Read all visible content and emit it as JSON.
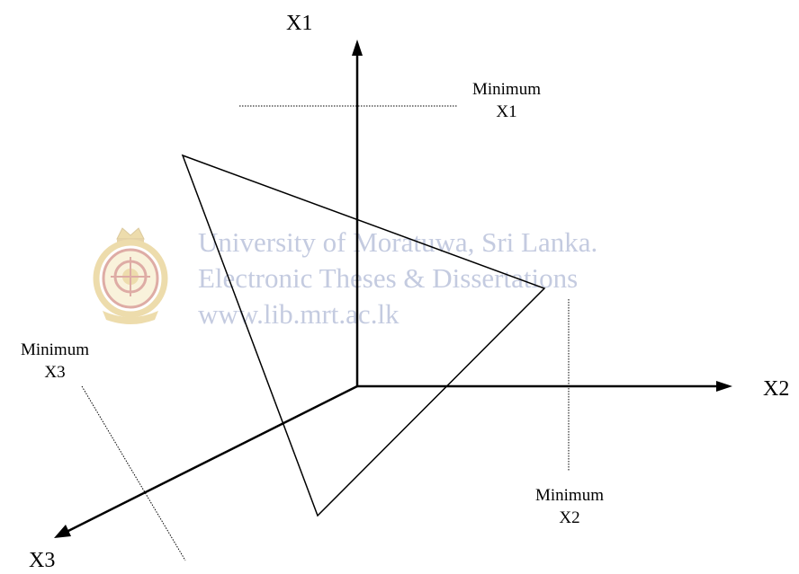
{
  "axes": {
    "x1": {
      "label": "X1"
    },
    "x2": {
      "label": "X2"
    },
    "x3": {
      "label": "X3"
    }
  },
  "minimum_labels": {
    "x1": {
      "line1": "Minimum",
      "line2": "X1"
    },
    "x2": {
      "line1": "Minimum",
      "line2": "X2"
    },
    "x3": {
      "line1": "Minimum",
      "line2": "X3"
    }
  },
  "watermark": {
    "line1": "University of Moratuwa, Sri Lanka.",
    "line2": "Electronic Theses & Dissertations",
    "line3": "www.lib.mrt.ac.lk",
    "color": "#c4cbe0"
  },
  "colors": {
    "ink": "#000000",
    "background": "#ffffff",
    "seal_gold": "#d8b24a",
    "seal_red": "#b84a3a"
  }
}
